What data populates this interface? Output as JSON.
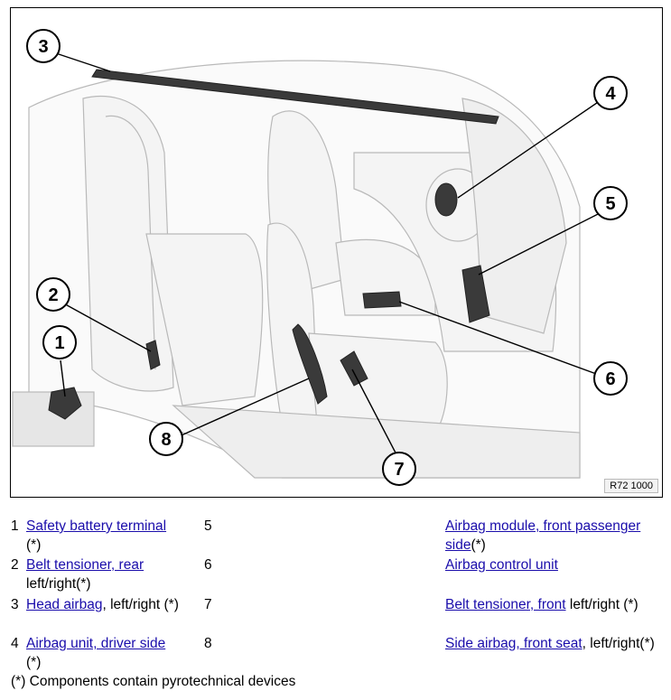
{
  "figure": {
    "code": "R72 1000",
    "callouts": [
      "1",
      "2",
      "3",
      "4",
      "5",
      "6",
      "7",
      "8"
    ]
  },
  "legend": {
    "rows": [
      {
        "num_left": "1",
        "link_left": "Safety battery terminal",
        "rest_left": "(*)",
        "num_right": "5",
        "link_right": "Airbag module, front passenger side",
        "rest_right": "(*)"
      },
      {
        "num_left": "2",
        "link_left": "Belt tensioner, rear",
        "rest_left": "left/right(*)",
        "num_right": "6",
        "link_right": "Airbag control unit",
        "rest_right": ""
      },
      {
        "num_left": "3",
        "link_left": "Head airbag",
        "rest_left": ", left/right (*)",
        "num_right": "7",
        "link_right": "Belt tensioner, front",
        "rest_right": " left/right (*)"
      },
      {
        "num_left": "4",
        "link_left": "Airbag unit, driver side",
        "rest_left": "(*)",
        "num_right": "8",
        "link_right": "Side airbag, front seat",
        "rest_right": ", left/right(*)"
      }
    ],
    "note": "(*) Components contain pyrotechnical devices"
  }
}
